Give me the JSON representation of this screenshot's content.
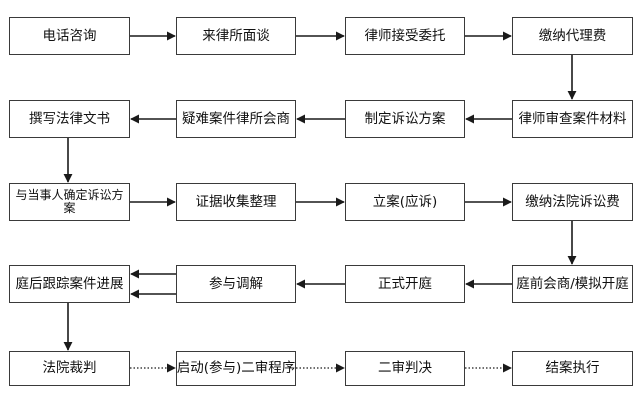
{
  "nodes": {
    "n1": "电话咨询",
    "n2": "来律所面谈",
    "n3": "律师接受委托",
    "n4": "缴纳代理费",
    "n5": "撰写法律文书",
    "n6": "疑难案件律所会商",
    "n7": "制定诉讼方案",
    "n8": "律师审查案件材料",
    "n9": "与当事人确定诉讼方案",
    "n10": "证据收集整理",
    "n11": "立案(应诉)",
    "n12": "缴纳法院诉讼费",
    "n13": "庭后跟踪案件进展",
    "n14": "参与调解",
    "n15": "正式开庭",
    "n16": "庭前会商/模拟开庭",
    "n17": "法院裁判",
    "n18": "启动(参与)二审程序",
    "n19": "二审判决",
    "n20": "结案执行"
  },
  "colors": {
    "line": "#1a1a1a",
    "border": "#3a3a3a"
  }
}
